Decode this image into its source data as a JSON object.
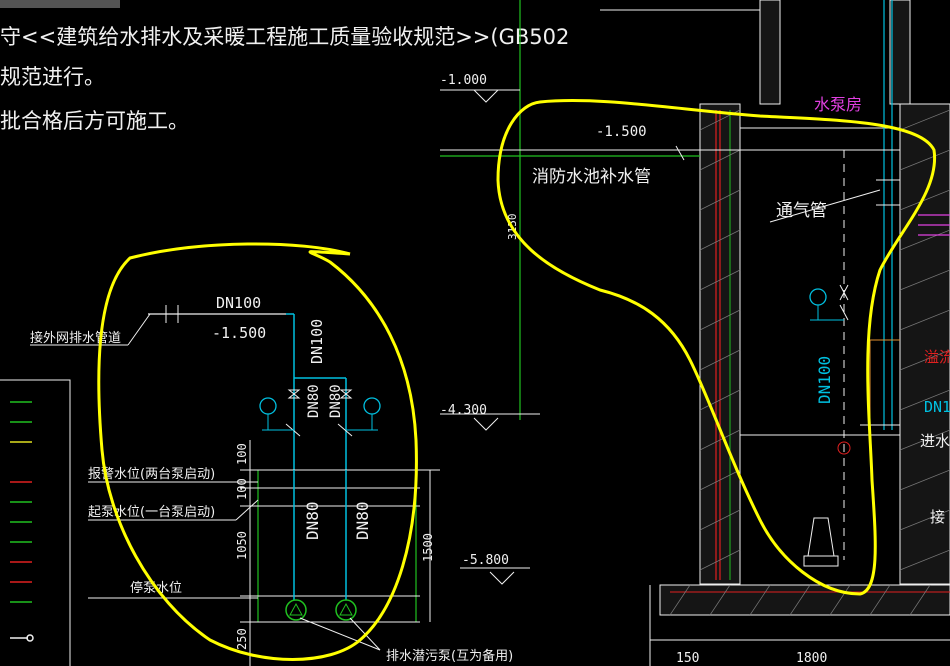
{
  "notes": {
    "line1": "守<<建筑给水排水及采暖工程施工质量验收规范>>(GB502",
    "line2": "规范进行。",
    "line3": "批合格后方可施工。"
  },
  "elevations": {
    "e1": "-1.000",
    "e2": "-1.500",
    "e3": "-4.300",
    "e4": "-5.800",
    "e5": "-1.500"
  },
  "pump_pit": {
    "pipe_main": "DN100",
    "pipe_main_vertical": "DN100",
    "pipe_branch_left": "DN80",
    "pipe_branch_right": "DN80",
    "riser_left": "DN80",
    "riser_right": "DN80",
    "label_outlet": "接外网排水管道",
    "label_alarm": "报警水位(两台泵启动)",
    "label_start": "起泵水位(一台泵启动)",
    "label_stop": "停泵水位",
    "label_pumps": "排水潜污泵(互为备用)",
    "dim_100a": "100",
    "dim_100b": "100",
    "dim_1050": "1050",
    "dim_250": "250",
    "dim_1500": "1500"
  },
  "pump_room": {
    "title": "水泵房",
    "fire_pool_pipe": "消防水池补水管",
    "vent_pipe": "通气管",
    "pipe_dn100": "DN100",
    "overflow": "溢流",
    "dn1_partial": "DN1",
    "inlet_partial": "进水",
    "connect_partial": "接",
    "dim_150": "150",
    "dim_1800": "1800",
    "dim_v": "3150"
  },
  "colors": {
    "background": "#000000",
    "highlight": "#ffff00",
    "magenta": "#e040e0",
    "cyan": "#00c0e0",
    "green": "#20c020",
    "red": "#e02020",
    "white": "#f0f0f0",
    "orange": "#e09030"
  }
}
